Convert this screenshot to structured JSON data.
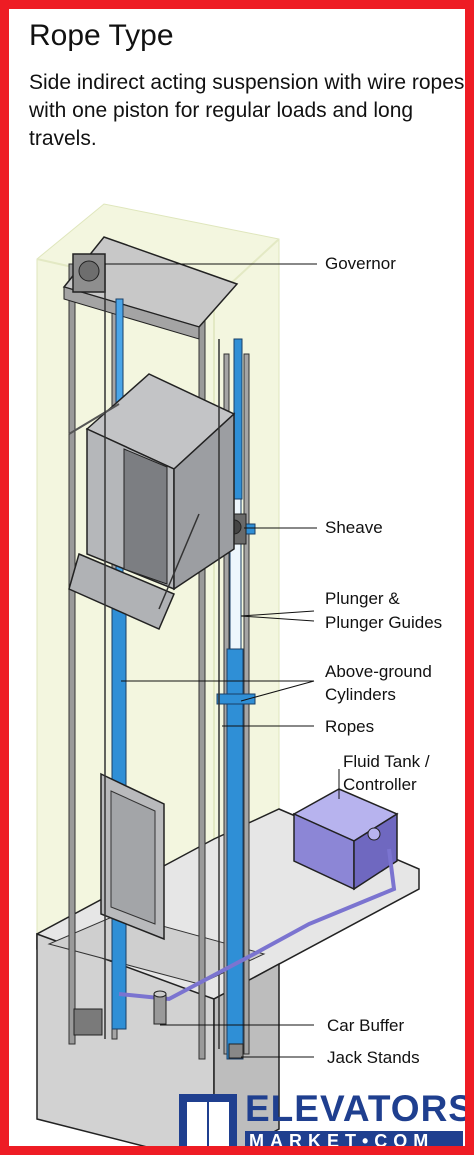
{
  "header": {
    "title": "Rope Type",
    "subtitle": "Side indirect acting suspension with wire ropes with one piston for regular loads and long travels."
  },
  "callouts": {
    "governor": "Governor",
    "sheave": "Sheave",
    "plunger_line1": "Plunger &",
    "plunger_line2": "Plunger Guides",
    "cylinders_line1": "Above-ground",
    "cylinders_line2": "Cylinders",
    "ropes": "Ropes",
    "tank_line1": "Fluid Tank /",
    "tank_line2": "Controller",
    "car_buffer": "Car Buffer",
    "jack_stands": "Jack Stands"
  },
  "logo": {
    "line1": "ELEVATORS",
    "line2": "MARKET•COM"
  },
  "colors": {
    "border": "#ee1c24",
    "shaft_fill": "#f3f6df",
    "cylinder_blue": "#2f8fd6",
    "car_gray": "#b5b7ba",
    "tank_purple": "#8c86d6",
    "logo_blue": "#1f3f8f"
  }
}
